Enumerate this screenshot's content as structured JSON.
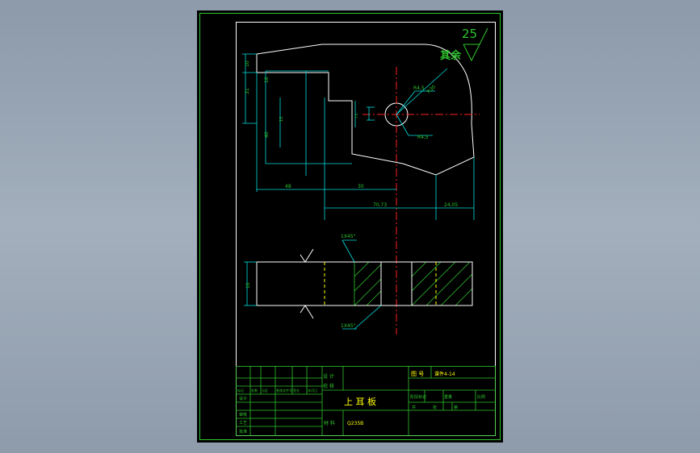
{
  "drawing": {
    "dimensions": {
      "d10": "10",
      "d31": "31",
      "d16": "16",
      "d40": "40",
      "d15": "15",
      "d75": "7.5",
      "d48": "48",
      "d30": "30",
      "d7073": "70,73",
      "d2405": "24,05",
      "r45a": "R4,5",
      "r45b": "R4,5",
      "r30": "R30",
      "thick": "10",
      "chamfer1": "1X45°",
      "chamfer2": "1X45°"
    },
    "roughness": {
      "value": "25",
      "note": "其余"
    }
  },
  "title_block": {
    "design_label": "设 计",
    "check_label": "校 核",
    "drawing_no_label": "图 号",
    "drawing_no": "课件4-14",
    "part_name": "上 耳 板",
    "material_label": "材 料",
    "material": "Q235B",
    "scale_header": "阶段标记",
    "weight_header": "重量",
    "ratio_header": "比例",
    "sheet_total": "共",
    "sheet_label": "张",
    "sheet_of": "第",
    "rev_headers": [
      "标记",
      "处数",
      "分区",
      "更改文件号",
      "签名",
      "年月日"
    ],
    "row_labels": [
      "设计",
      "审核",
      "工艺",
      "批准"
    ]
  },
  "colors": {
    "frame": "#2ec62e",
    "outline": "#ffffff",
    "dimension": "#00dede",
    "center": "#ff2020",
    "hidden": "#ffff00",
    "hatch": "#2ec62e",
    "text_green": "#2ec62e",
    "text_yellow": "#ffff00"
  }
}
